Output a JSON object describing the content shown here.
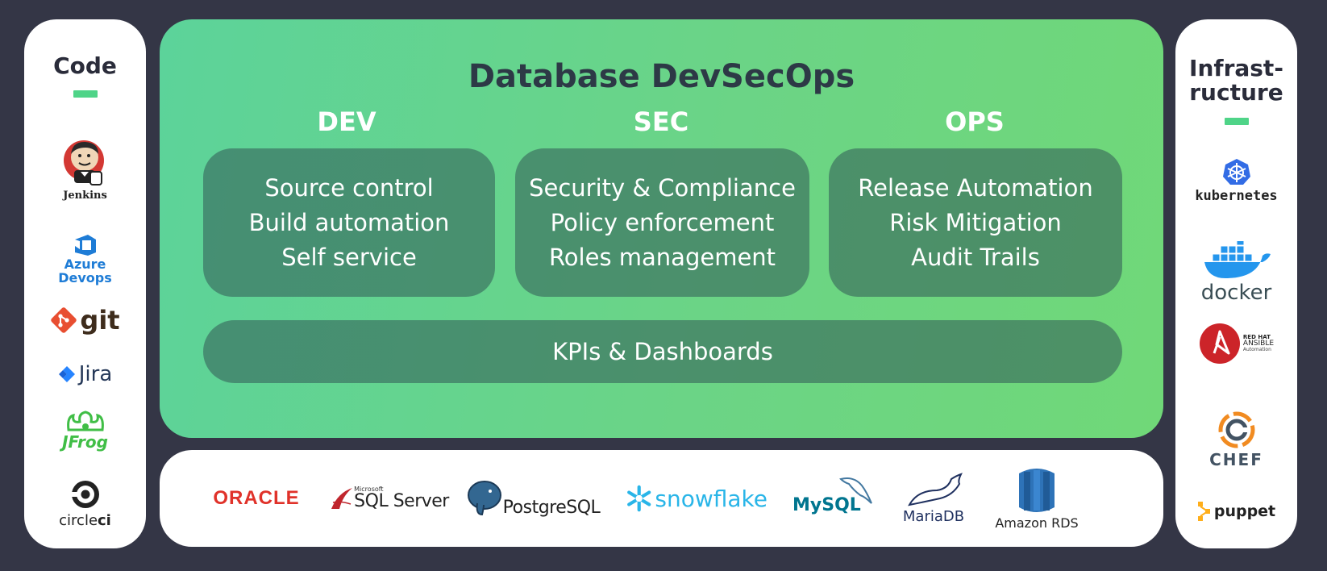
{
  "left_panel": {
    "title": "Code",
    "logos": [
      {
        "icon": "jenkins-icon",
        "label": "Jenkins"
      },
      {
        "icon": "azure-devops-icon",
        "label_line1": "Azure",
        "label_line2": "Devops"
      },
      {
        "icon": "git-icon",
        "label": "git"
      },
      {
        "icon": "jira-icon",
        "label": "Jira"
      },
      {
        "icon": "jfrog-icon",
        "label": "JFrog"
      },
      {
        "icon": "circleci-icon",
        "label_a": "circle",
        "label_b": "ci"
      }
    ]
  },
  "right_panel": {
    "title_line1": "Infrast-",
    "title_line2": "ructure",
    "logos": [
      {
        "icon": "kubernetes-icon",
        "label": "kubernetes"
      },
      {
        "icon": "docker-icon",
        "label": "docker"
      },
      {
        "icon": "ansible-icon",
        "label_line1": "RED HAT",
        "label_line2": "ANSIBLE",
        "label_line3": "Automation"
      },
      {
        "icon": "chef-icon",
        "label": "CHEF"
      },
      {
        "icon": "puppet-icon",
        "label": "puppet"
      }
    ]
  },
  "main": {
    "title": "Database DevSecOps",
    "columns": [
      {
        "heading": "DEV",
        "items": [
          "Source control",
          "Build automation",
          "Self service"
        ]
      },
      {
        "heading": "SEC",
        "items": [
          "Security & Compliance",
          "Policy enforcement",
          "Roles management"
        ]
      },
      {
        "heading": "OPS",
        "items": [
          "Release Automation",
          "Risk Mitigation",
          "Audit Trails"
        ]
      }
    ],
    "kpi_label": "KPIs & Dashboards"
  },
  "databases": [
    {
      "icon": "oracle-icon",
      "label": "ORACLE"
    },
    {
      "icon": "sql-server-icon",
      "label_small": "Microsoft",
      "label": "SQL Server"
    },
    {
      "icon": "postgresql-icon",
      "label": "PostgreSQL"
    },
    {
      "icon": "snowflake-icon",
      "label": "snowflake"
    },
    {
      "icon": "mysql-icon",
      "label": "MySQL"
    },
    {
      "icon": "mariadb-icon",
      "label": "MariaDB"
    },
    {
      "icon": "amazon-rds-icon",
      "label": "Amazon RDS"
    }
  ],
  "colors": {
    "background": "#343646",
    "accent_green": "#4fd488",
    "box_fill": "#4a8b6e",
    "title_dark": "#2d3946"
  }
}
